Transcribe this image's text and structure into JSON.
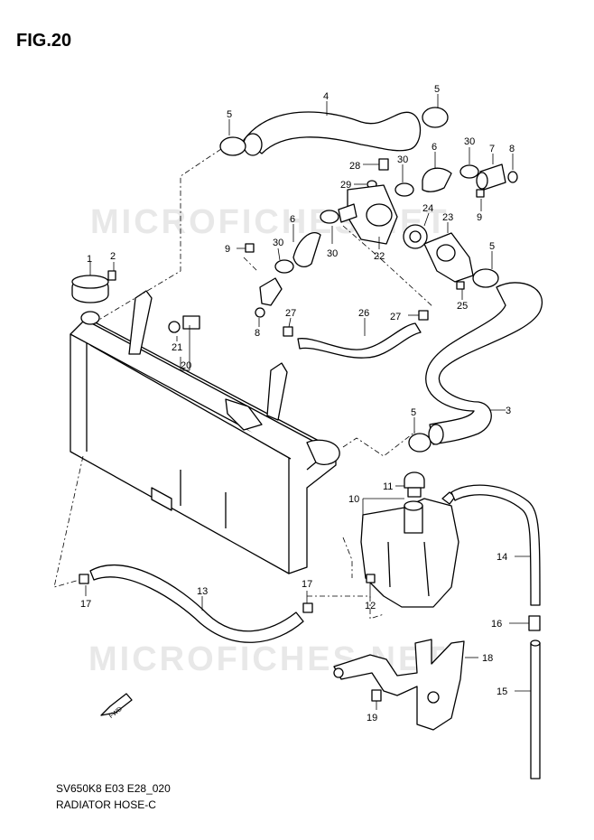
{
  "figure": {
    "title": "FIG.20"
  },
  "watermark": {
    "text": "MICROFICHES.NET"
  },
  "footer": {
    "model": "SV650K8 E03 E28_020",
    "name": "RADIATOR HOSE-C"
  },
  "arrow": {
    "text": "FWD"
  },
  "callouts": [
    "1",
    "2",
    "3",
    "4",
    "5",
    "5",
    "5",
    "5",
    "6",
    "6",
    "7",
    "8",
    "8",
    "9",
    "9",
    "10",
    "11",
    "12",
    "13",
    "14",
    "15",
    "16",
    "17",
    "17",
    "18",
    "19",
    "20",
    "21",
    "22",
    "23",
    "24",
    "25",
    "26",
    "27",
    "27",
    "28",
    "29",
    "30",
    "30",
    "30",
    "30"
  ]
}
